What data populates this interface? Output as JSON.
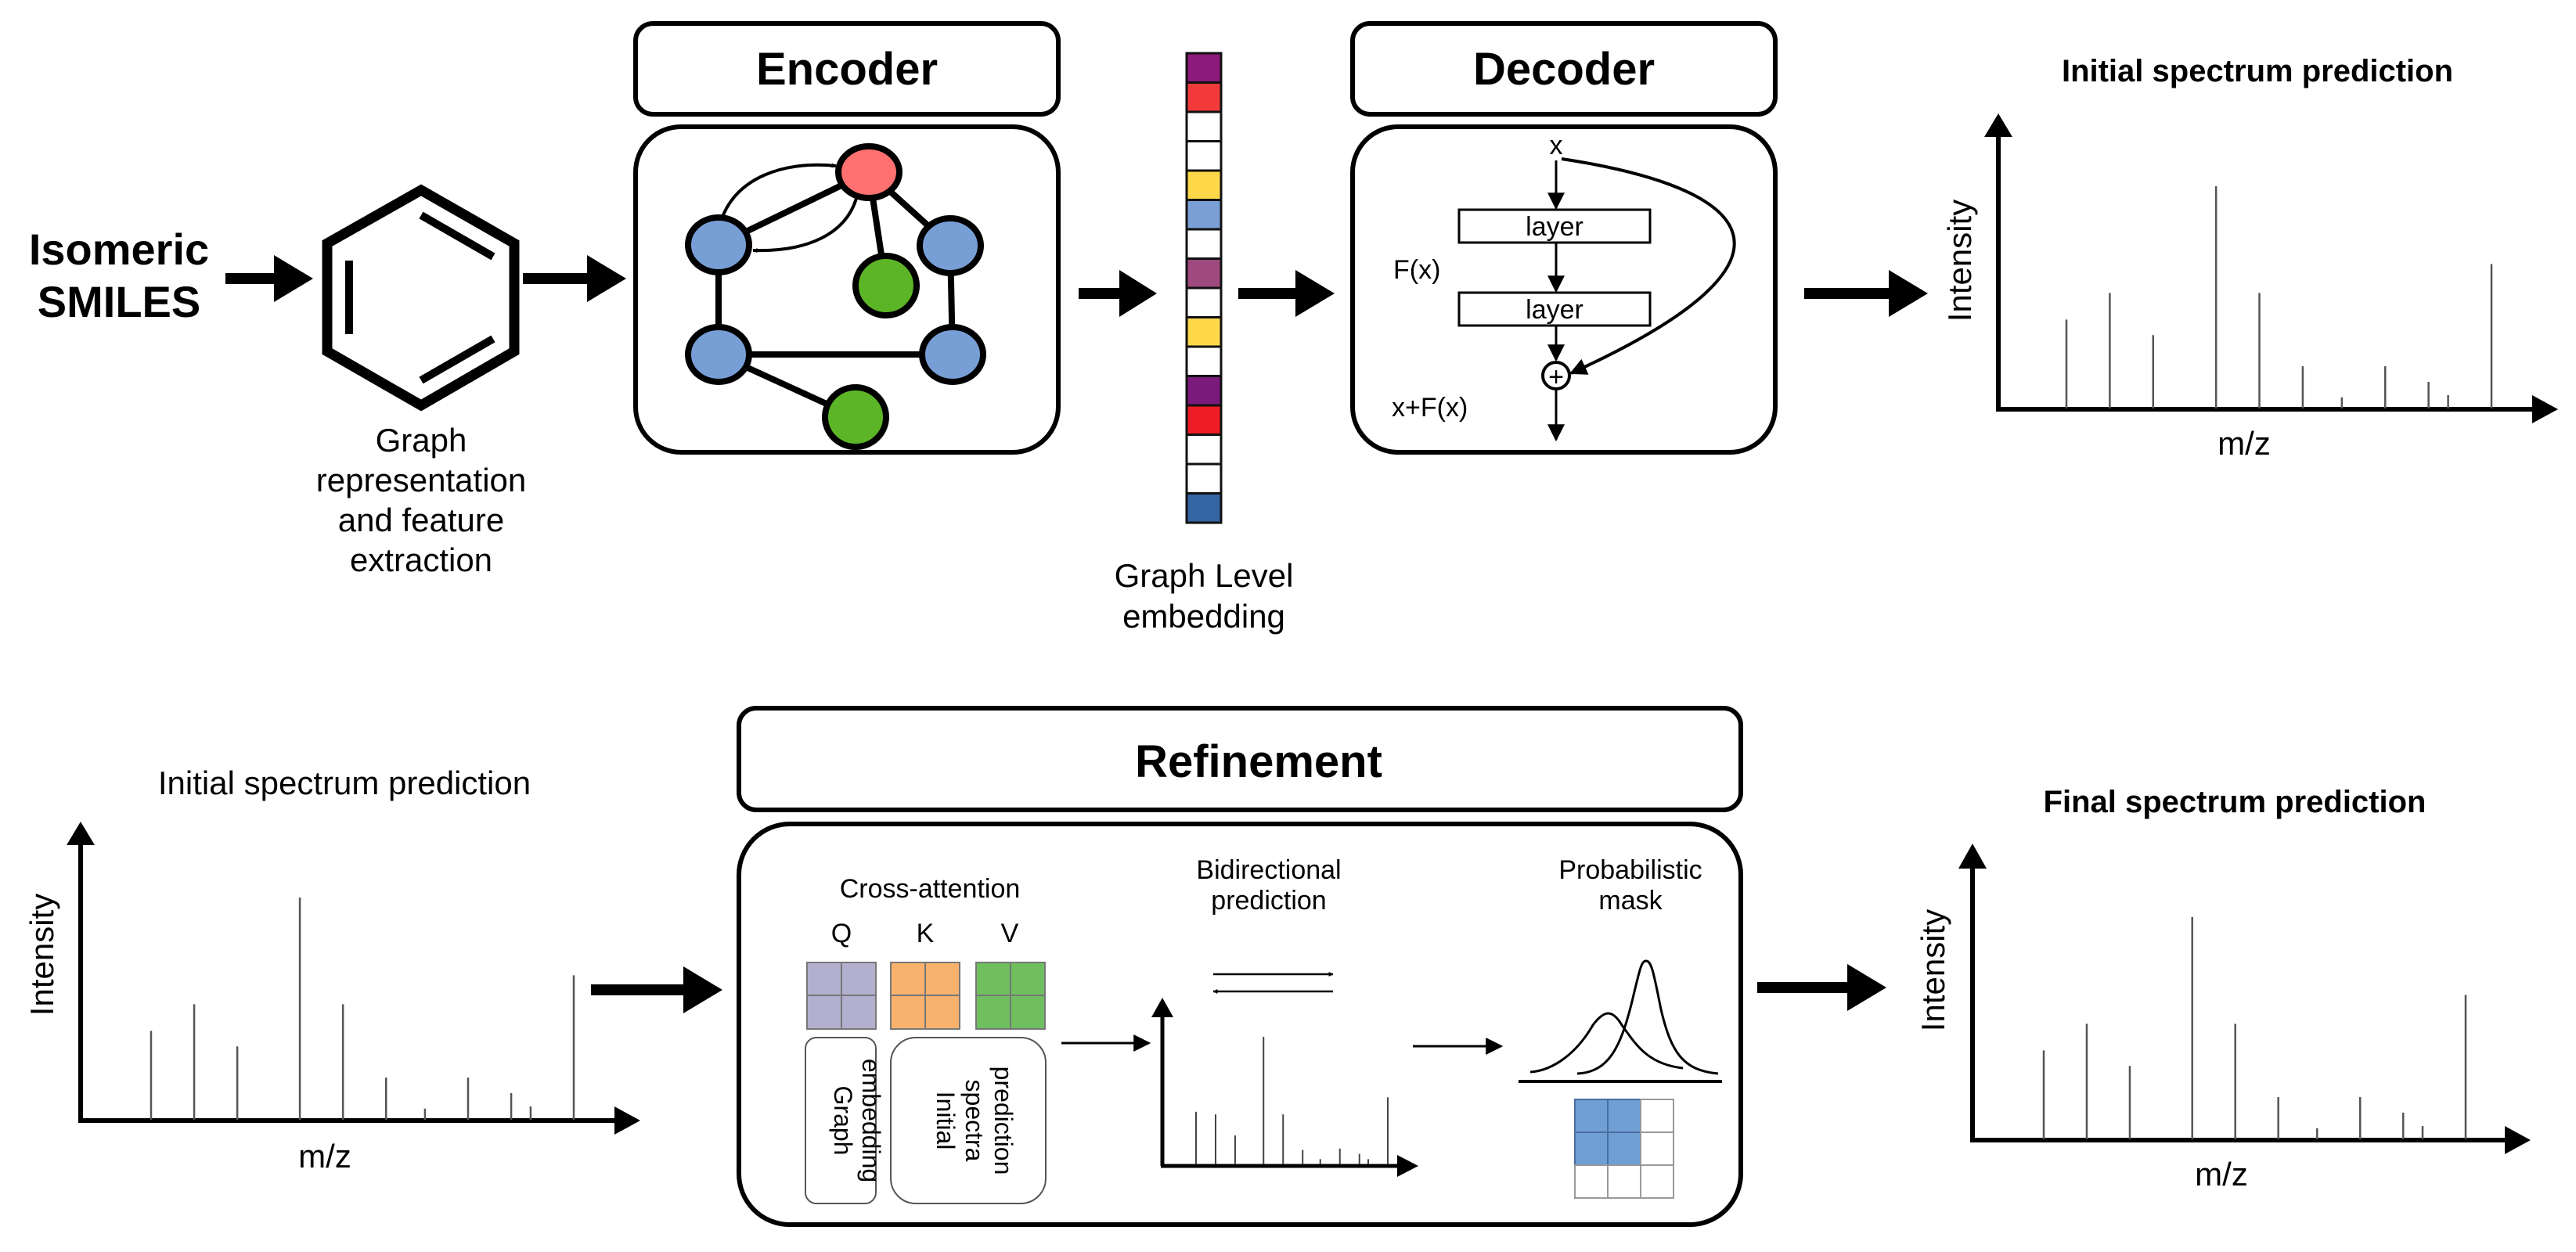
{
  "input": {
    "line1": "Isomeric",
    "line2": "SMILES"
  },
  "graph_caption": [
    "Graph",
    "representation",
    "and feature",
    "extraction"
  ],
  "encoder": {
    "title": "Encoder"
  },
  "embedding": {
    "caption": [
      "Graph Level",
      "embedding"
    ],
    "cell_colors": [
      "#8b1a7a",
      "#f23a3a",
      "#ffffff",
      "#ffffff",
      "#ffd84a",
      "#7a9fd6",
      "#ffffff",
      "#9e4a7e",
      "#ffffff",
      "#ffd84a",
      "#ffffff",
      "#7a1a7a",
      "#ee1c24",
      "#ffffff",
      "#ffffff",
      "#3465a4"
    ]
  },
  "decoder": {
    "title": "Decoder",
    "x": "x",
    "layer1": "layer",
    "layer2": "layer",
    "fx": "F(x)",
    "plus": "+",
    "xfx": "x+F(x)"
  },
  "spectra": {
    "top": {
      "title": "Initial spectrum prediction",
      "ylabel": "Intensity",
      "xlabel": "m/z"
    },
    "bottom_left": {
      "title": "Initial spectrum prediction",
      "ylabel": "Intensity",
      "xlabel": "m/z"
    },
    "final": {
      "title": "Final spectrum prediction",
      "ylabel": "Intensity",
      "xlabel": "m/z"
    },
    "peaks": [
      0.4,
      0.52,
      0.33,
      1.0,
      0.52,
      0.19,
      0.05,
      0.19,
      0.12,
      0.06,
      0.65
    ],
    "mini_peaks": [
      0.4,
      0.38,
      0.22,
      0.97,
      0.38,
      0.11,
      0.04,
      0.12,
      0.08,
      0.04,
      0.51
    ]
  },
  "refinement": {
    "title": "Refinement",
    "cross_attention": "Cross-attention",
    "q": "Q",
    "k": "K",
    "v": "V",
    "q_color": "#b3b0cf",
    "k_color": "#f9b26e",
    "v_color": "#6fbf5f",
    "graph_embedding": [
      "Graph",
      "embedding"
    ],
    "initial_spectra": [
      "Initial",
      "spectra",
      "prediction"
    ],
    "bidirectional": [
      "Bidirectional",
      "prediction"
    ],
    "probabilistic": [
      "Probabilistic",
      "mask"
    ],
    "mask_color": "#6f9fd4"
  },
  "colors": {
    "node_blue": "#779fd5",
    "node_green": "#5cb526",
    "node_red": "#ff7070"
  }
}
